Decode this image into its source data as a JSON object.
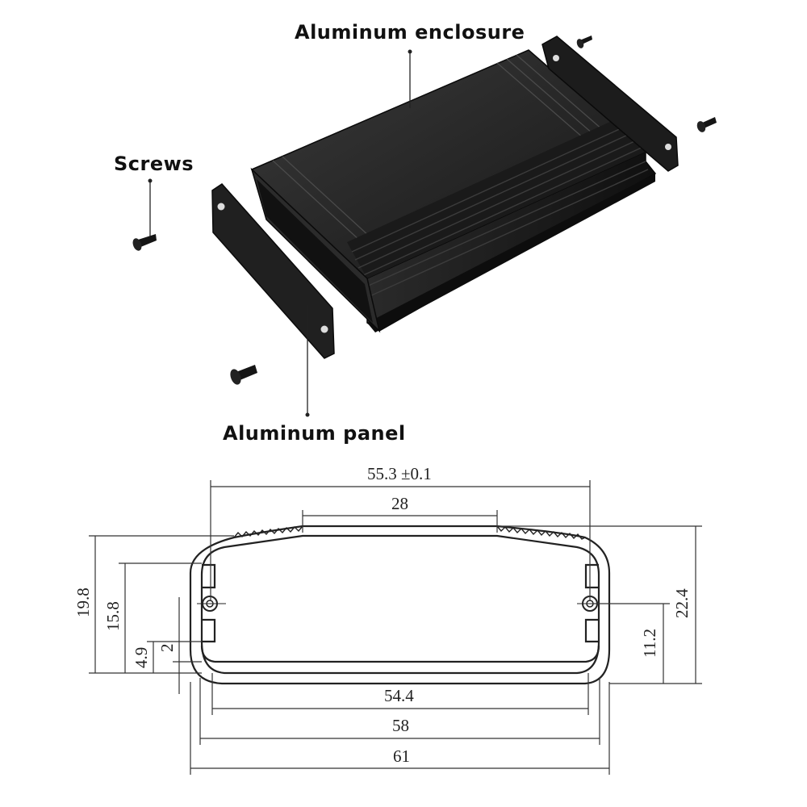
{
  "callouts": {
    "enclosure": "Aluminum enclosure",
    "screws": "Screws",
    "panel": "Aluminum panel"
  },
  "dimensions": {
    "outer_width_tolerance": "55.3 ±0.1",
    "top_flat": "28",
    "inner_bottom": "54.4",
    "mid_width": "58",
    "overall_width": "61",
    "height_19_8": "19.8",
    "height_15_8": "15.8",
    "height_4_9": "4.9",
    "height_2": "2",
    "height_11_2": "11.2",
    "height_22_4": "22.4"
  },
  "colors": {
    "enclosure": "#1e1e1e",
    "line": "#222222"
  }
}
